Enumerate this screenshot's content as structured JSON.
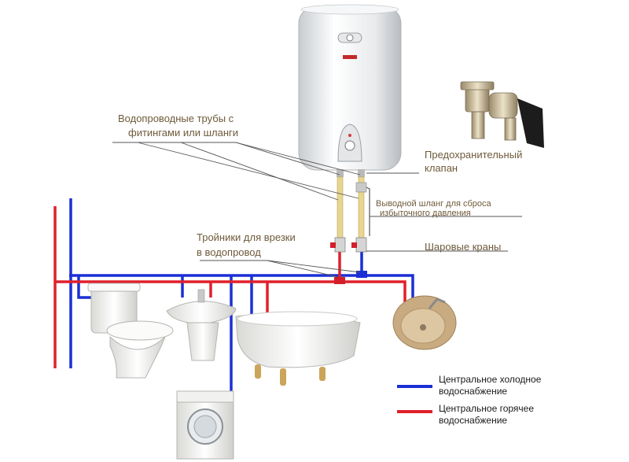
{
  "labels": {
    "pipes_line1": "Водопроводные трубы с",
    "pipes_line2": "фитингами или шланги",
    "safety_valve_line1": "Предохранительный",
    "safety_valve_line2": "клапан",
    "drain_hose_line1": "Выводной шланг для сброса",
    "drain_hose_line2": "избыточного давления",
    "tees_line1": "Тройники для врезки",
    "tees_line2": "в водопровод",
    "ball_valves": "Шаровые краны"
  },
  "legend": {
    "cold_line1": "Центральное холодное",
    "cold_line2": "водоснабжение",
    "hot_line1": "Центральное горячее",
    "hot_line2": "водоснабжение"
  },
  "colors": {
    "cold": "#1b2fd6",
    "hot": "#e0202a",
    "label_text": "#6e5a3a",
    "leader": "#555555",
    "heater_body": "#eef0f2",
    "fixture_white": "#f3f3f1",
    "sink_round": "#c9ab82"
  }
}
